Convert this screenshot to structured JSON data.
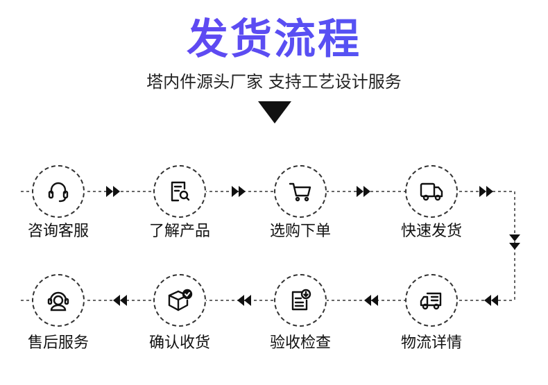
{
  "header": {
    "title": "发货流程",
    "subtitle": "塔内件源头厂家 支持工艺设计服务"
  },
  "steps_row1": [
    {
      "label": "咨询客服",
      "icon": "headset-icon"
    },
    {
      "label": "了解产品",
      "icon": "document-search-icon"
    },
    {
      "label": "选购下单",
      "icon": "shopping-cart-icon"
    },
    {
      "label": "快速发货",
      "icon": "delivery-truck-icon"
    }
  ],
  "steps_row2": [
    {
      "label": "售后服务",
      "icon": "customer-service-icon"
    },
    {
      "label": "确认收货",
      "icon": "package-check-icon"
    },
    {
      "label": "验收检查",
      "icon": "clipboard-download-icon"
    },
    {
      "label": "物流详情",
      "icon": "fast-truck-icon"
    }
  ],
  "colors": {
    "title_gradient_start": "#6a3ff0",
    "title_gradient_end": "#4b5cf5",
    "line": "#333333",
    "arrow": "#111111"
  }
}
